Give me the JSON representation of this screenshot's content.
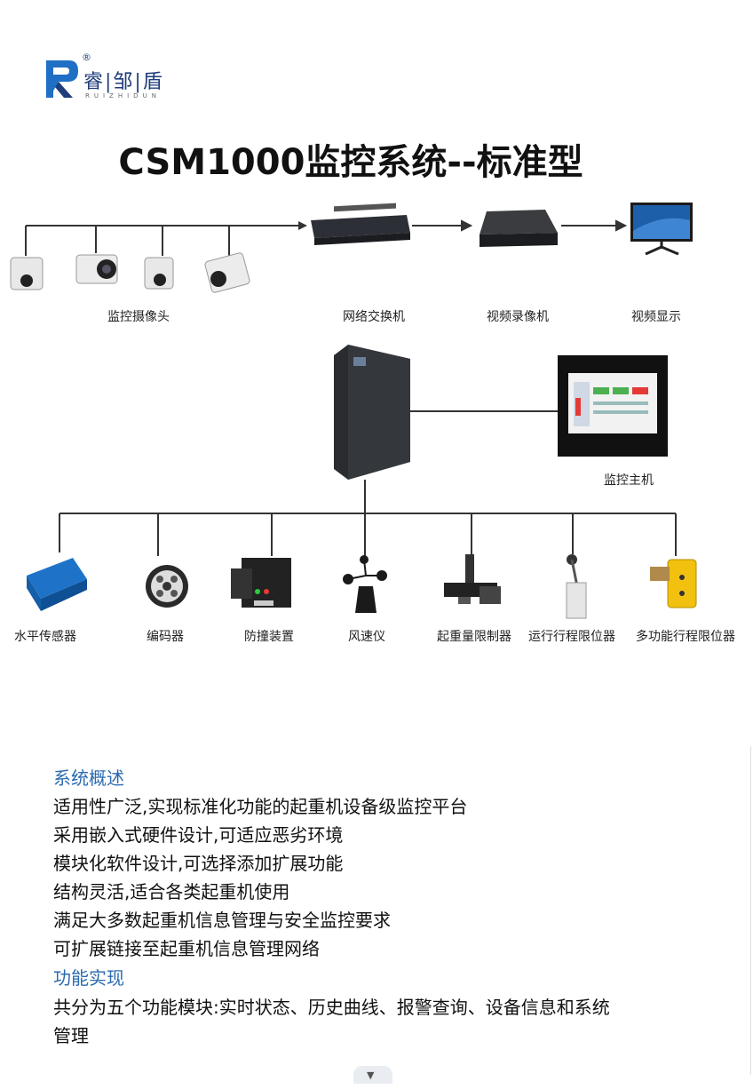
{
  "brand": {
    "name": "睿|邹|盾",
    "romanized": "RUIZHIDUN",
    "registered_mark": "®"
  },
  "title": "CSM1000监控系统--标准型",
  "top_row": {
    "cameras_label": "监控摄像头",
    "switch_label": "网络交换机",
    "recorder_label": "视频录像机",
    "display_label": "视频显示"
  },
  "middle": {
    "host_label": "监控主机"
  },
  "sensors": [
    {
      "label": "水平传感器"
    },
    {
      "label": "编码器"
    },
    {
      "label": "防撞装置"
    },
    {
      "label": "风速仪"
    },
    {
      "label": "起重量限制器"
    },
    {
      "label": "运行行程限位器"
    },
    {
      "label": "多功能行程限位器"
    }
  ],
  "overview": {
    "heading": "系统概述",
    "lines": [
      "适用性广泛,实现标准化功能的起重机设备级监控平台",
      "采用嵌入式硬件设计,可适应恶劣环境",
      "模块化软件设计,可选择添加扩展功能",
      "结构灵活,适合各类起重机使用",
      "满足大多数起重机信息管理与安全监控要求",
      "可扩展链接至起重机信息管理网络"
    ]
  },
  "features": {
    "heading": "功能实现",
    "lines": [
      "共分为五个功能模块:实时状态、历史曲线、报警查询、设备信息和系统",
      "管理"
    ]
  },
  "colors": {
    "heading": "#2a6ab0",
    "brand": "#1f3d7a",
    "line": "#333333"
  },
  "toggle_icon": "chevron-down-icon"
}
